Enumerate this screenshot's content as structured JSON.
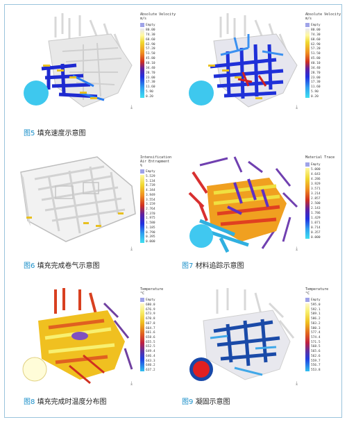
{
  "figures": [
    {
      "id": "f5",
      "label": "图5",
      "caption": "填充速度示意图"
    },
    {
      "id": "f6",
      "label": "图6",
      "caption": "填充完成卷气示意图"
    },
    {
      "id": "f7",
      "label": "图7",
      "caption": "材料追踪示意图"
    },
    {
      "id": "f8",
      "label": "图8",
      "caption": "填充完成时温度分布图"
    },
    {
      "id": "f9",
      "label": "图9",
      "caption": "凝固示意图"
    }
  ],
  "legends": {
    "velocity": {
      "title1": "Absolute Velocity",
      "title2": "m/s",
      "empty": "Empty",
      "ticks": [
        "80.00",
        "74.30",
        "68.60",
        "62.90",
        "57.20",
        "51.50",
        "45.80",
        "40.10",
        "34.40",
        "28.70",
        "23.00",
        "17.30",
        "11.60",
        "5.90",
        "0.20"
      ]
    },
    "entrapment": {
      "title1": "Intensification",
      "title2": "Air Entrapment",
      "title3": "%",
      "empty": "Empty",
      "ticks": [
        "5.529",
        "5.134",
        "4.739",
        "4.344",
        "3.949",
        "3.554",
        "3.159",
        "2.764",
        "2.370",
        "1.975",
        "1.580",
        "1.185",
        "0.790",
        "0.395",
        "0.000"
      ]
    },
    "trace": {
      "title1": "Material Trace",
      "empty": "Empty",
      "ticks": [
        "5.000",
        "4.643",
        "4.286",
        "3.929",
        "3.571",
        "3.214",
        "2.857",
        "2.500",
        "2.143",
        "1.786",
        "1.429",
        "1.071",
        "0.714",
        "0.357",
        "0.000"
      ]
    },
    "temp8": {
      "title1": "Temperature",
      "title2": "°C",
      "empty": "Empty",
      "ticks": [
        "680.0",
        "676.9",
        "673.9",
        "670.8",
        "667.8",
        "664.7",
        "661.6",
        "658.6",
        "655.5",
        "652.5",
        "649.4",
        "646.4",
        "643.3",
        "640.2",
        "637.2"
      ]
    },
    "temp9": {
      "title1": "Temperature",
      "title2": "°C",
      "empty": "Empty",
      "ticks": [
        "595.0",
        "592.1",
        "589.1",
        "586.2",
        "583.2",
        "580.3",
        "577.4",
        "574.4",
        "571.5",
        "568.5",
        "565.6",
        "562.6",
        "559.7",
        "556.7",
        "553.8"
      ]
    }
  }
}
